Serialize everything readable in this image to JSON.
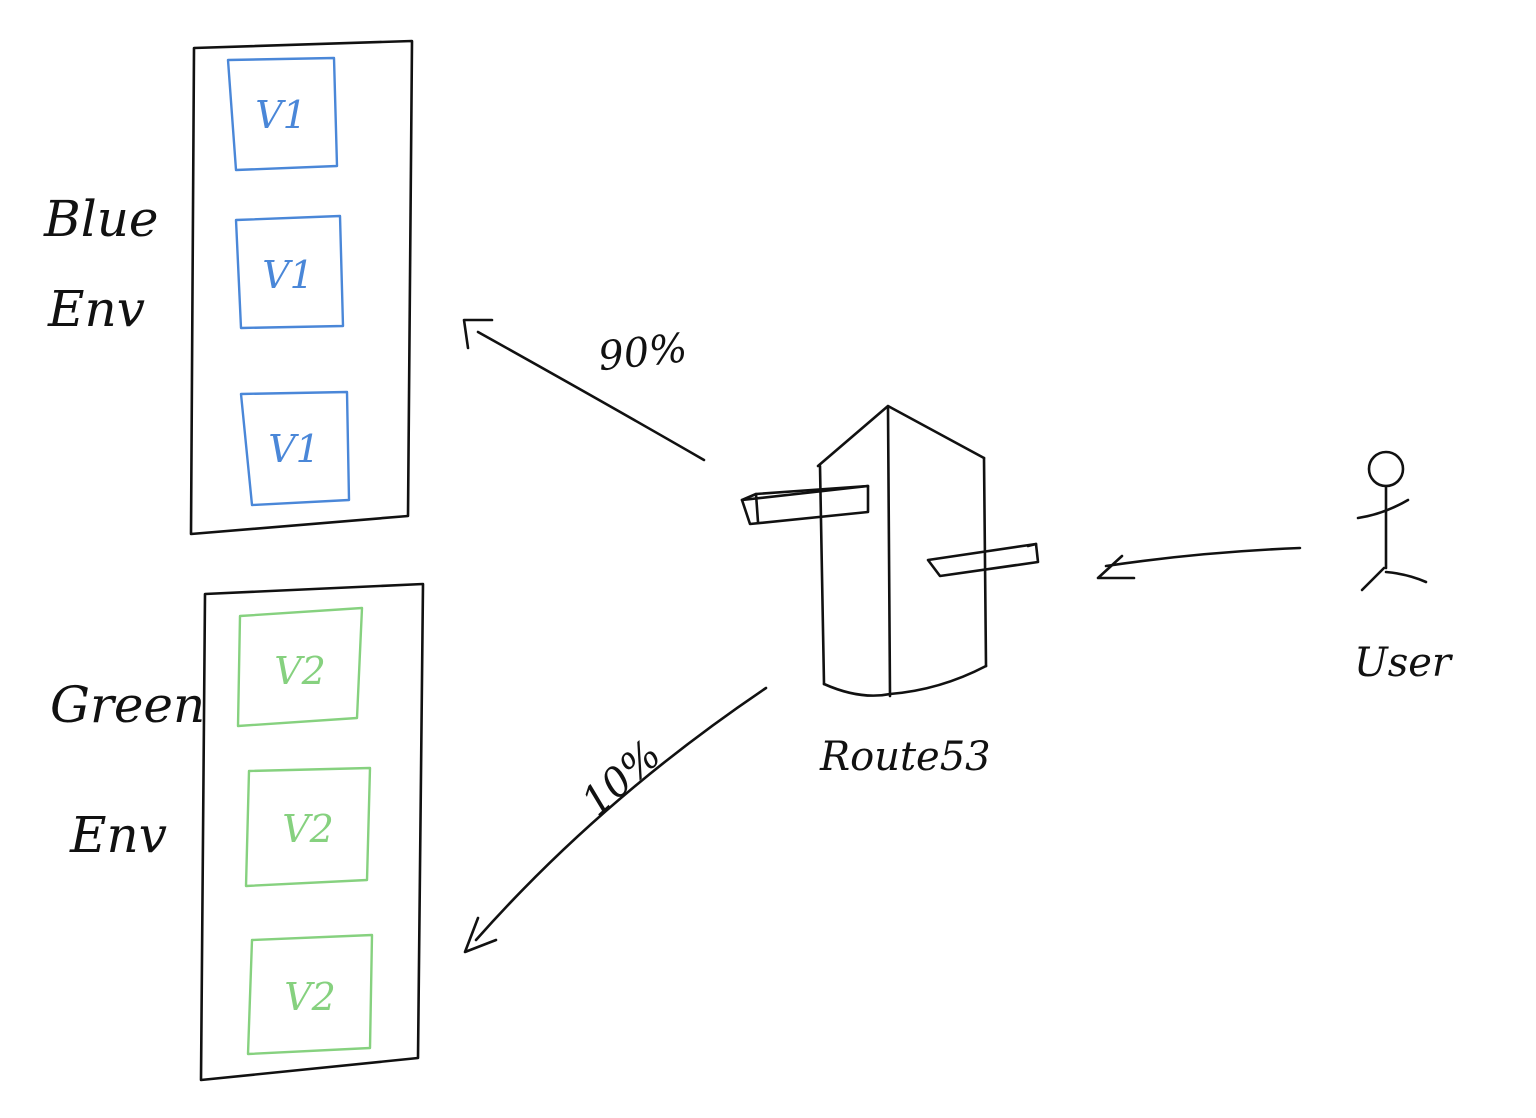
{
  "colors": {
    "ink": "#111111",
    "blue": "#4a87d8",
    "green": "#86d17f",
    "background": "#ffffff"
  },
  "blue_env": {
    "label_line1": "Blue",
    "label_line2": "Env",
    "instances": [
      "V1",
      "V1",
      "V1"
    ]
  },
  "green_env": {
    "label_line1": "Green",
    "label_line2": "Env",
    "instances": [
      "V2",
      "V2",
      "V2"
    ]
  },
  "router": {
    "label": "Route53",
    "icon": "server-icon"
  },
  "user": {
    "label": "User",
    "icon": "stick-figure-icon"
  },
  "traffic": {
    "blue_pct": "90%",
    "green_pct": "10%"
  }
}
